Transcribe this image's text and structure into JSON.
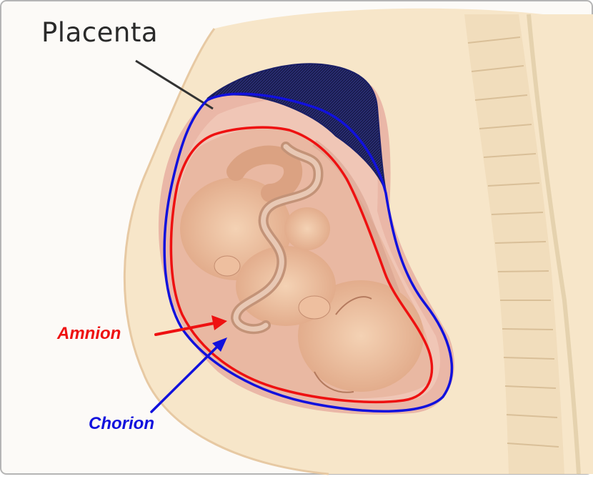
{
  "labels": {
    "placenta": "Placenta",
    "amnion": "Amnion",
    "chorion": "Chorion"
  },
  "colors": {
    "amnion": "#ee1111",
    "chorion": "#1111dd",
    "placenta_fill": "#23286e",
    "label_text": "#2a2a2a"
  }
}
